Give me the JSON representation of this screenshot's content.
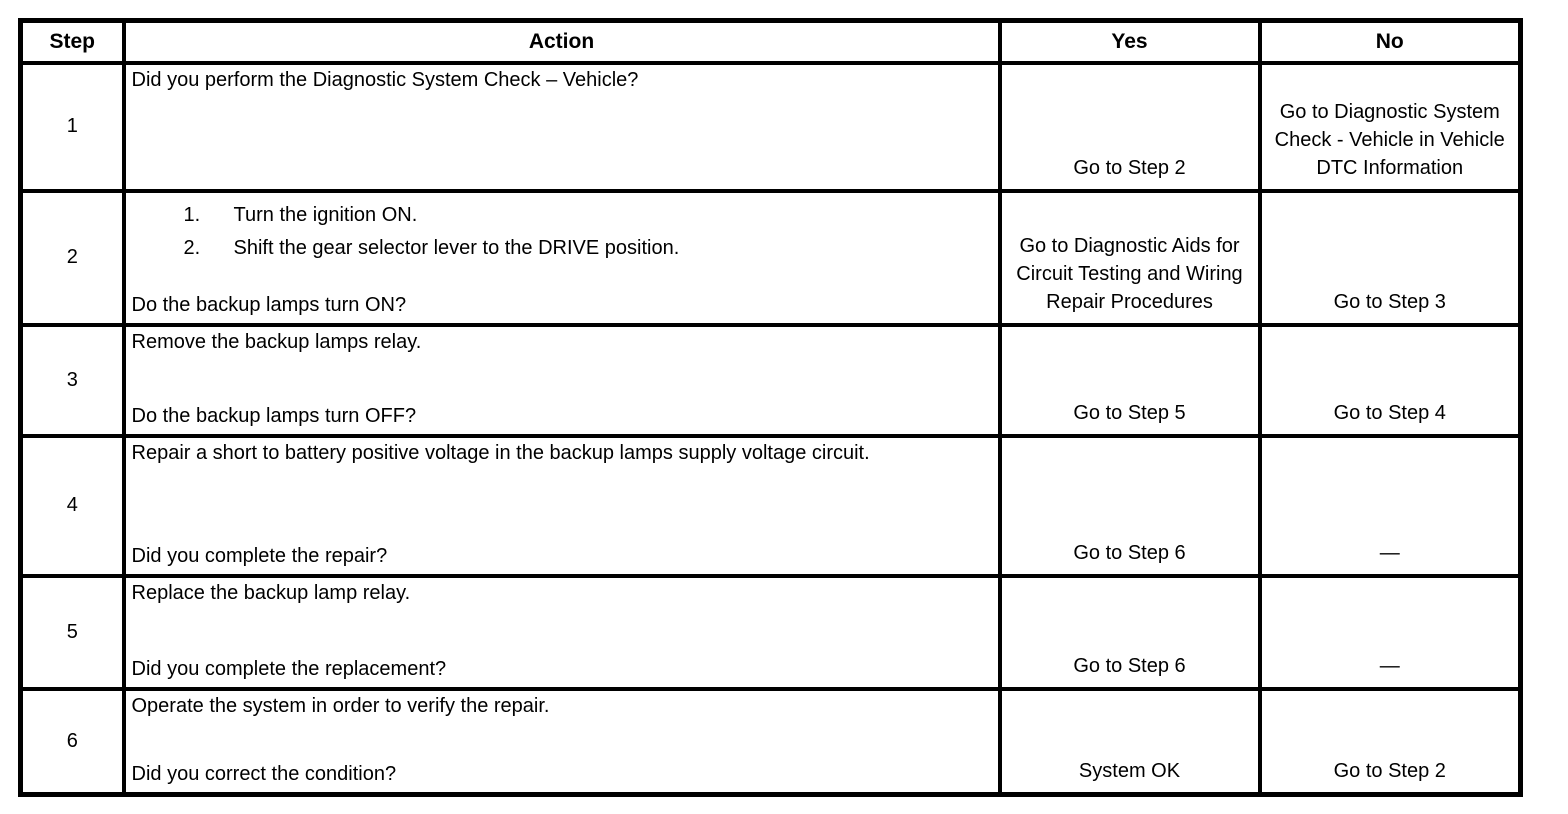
{
  "table": {
    "headers": {
      "step": "Step",
      "action": "Action",
      "yes": "Yes",
      "no": "No"
    },
    "rows": [
      {
        "step": "1",
        "action_main": "Did you perform the Diagnostic System Check – Vehicle?",
        "yes": "Go to Step 2",
        "no": "Go to Diagnostic System Check - Vehicle in Vehicle DTC Information"
      },
      {
        "step": "2",
        "action_list": [
          "Turn the ignition ON.",
          "Shift the gear selector lever to the DRIVE position."
        ],
        "action_question": "Do the backup lamps turn ON?",
        "yes": "Go to Diagnostic Aids for Circuit Testing and Wiring Repair Procedures",
        "no": "Go to Step 3"
      },
      {
        "step": "3",
        "action_main": "Remove the backup lamps relay.",
        "action_question": "Do the backup lamps turn OFF?",
        "yes": "Go to Step 5",
        "no": "Go to Step 4"
      },
      {
        "step": "4",
        "action_main": "Repair a short to battery positive voltage in the backup lamps supply voltage circuit.",
        "action_question": "Did you complete the repair?",
        "yes": "Go to Step 6",
        "no": "—"
      },
      {
        "step": "5",
        "action_main": "Replace the backup lamp relay.",
        "action_question": "Did you complete the replacement?",
        "yes": "Go to Step 6",
        "no": "—"
      },
      {
        "step": "6",
        "action_main": "Operate the system in order to verify the repair.",
        "action_question": "Did you correct the condition?",
        "yes": "System OK",
        "no": "Go to Step 2"
      }
    ]
  }
}
